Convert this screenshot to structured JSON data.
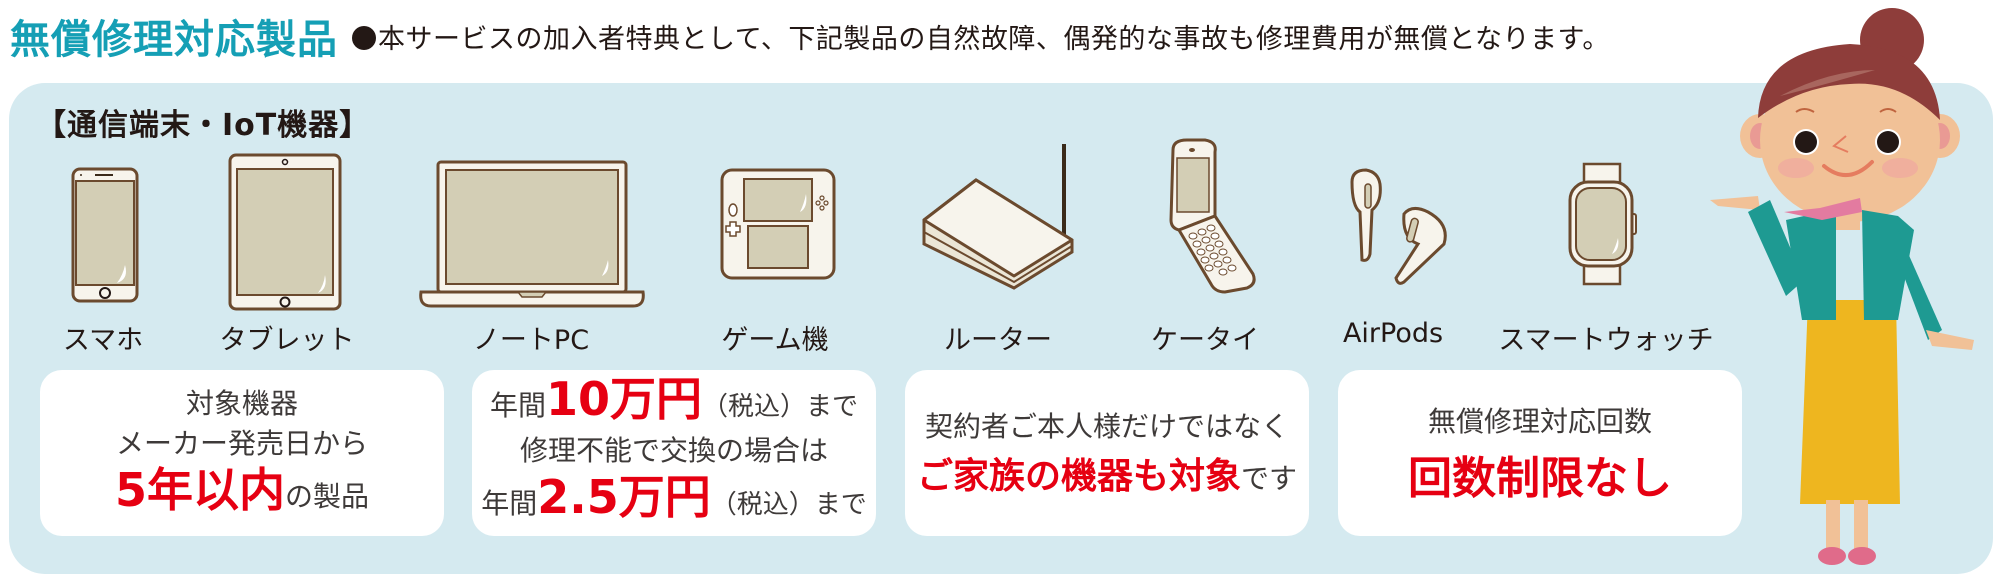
{
  "header": {
    "title": "無償修理対応製品",
    "description": "本サービスの加入者特典として、下記製品の自然故障、偶発的な事故も修理費用が無償となります。"
  },
  "section": {
    "title": "【通信端末・IoT機器】"
  },
  "devices": [
    {
      "label": "スマホ",
      "icon": "smartphone-icon"
    },
    {
      "label": "タブレット",
      "icon": "tablet-icon"
    },
    {
      "label": "ノートPC",
      "icon": "laptop-icon"
    },
    {
      "label": "ゲーム機",
      "icon": "game-console-icon"
    },
    {
      "label": "ルーター",
      "icon": "router-icon"
    },
    {
      "label": "ケータイ",
      "icon": "flip-phone-icon"
    },
    {
      "label": "AirPods",
      "icon": "earbuds-icon"
    },
    {
      "label": "スマートウォッチ",
      "icon": "smartwatch-icon"
    }
  ],
  "cards": {
    "eligibility": {
      "line1": "対象機器",
      "line2": "メーカー発売日から",
      "highlight": "5年以内",
      "suffix": "の製品"
    },
    "coverage": {
      "line1_prefix": "年間",
      "line1_highlight": "10万円",
      "line1_suffix": "（税込）まで",
      "line2": "修理不能で交換の場合は",
      "line3_prefix": "年間",
      "line3_highlight": "2.5万円",
      "line3_suffix": "（税込）まで"
    },
    "family": {
      "line1": "契約者ご本人様だけではなく",
      "highlight": "ご家族の機器も対象",
      "suffix": "です"
    },
    "count": {
      "line1": "無償修理対応回数",
      "highlight": "回数制限なし"
    }
  },
  "colors": {
    "title": "#159fb5",
    "panel": "#d5eaf0",
    "highlight": "#e60012",
    "device_fill": "#f7f4ec",
    "device_screen": "#d3ceb5",
    "device_stroke": "#6b4a2e"
  }
}
